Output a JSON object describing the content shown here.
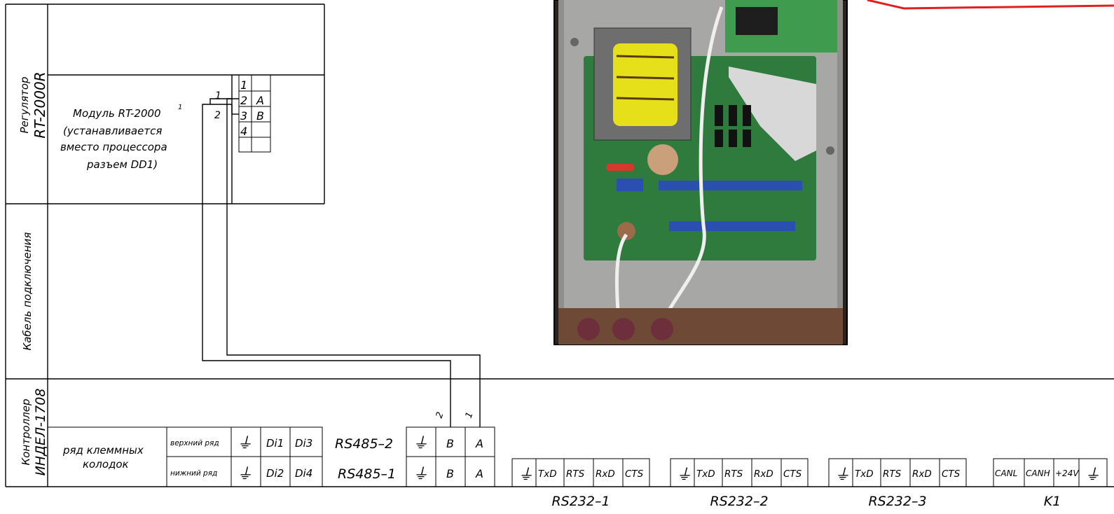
{
  "side_labels": {
    "regulator": [
      "Регулятор",
      "RT-2000R"
    ],
    "cable": "Кабель подключения",
    "controller": [
      "Контроллер",
      "ИНДЕЛ-1708"
    ]
  },
  "module": {
    "lines": [
      "Модуль RT-2000",
      "(устанавливается",
      "вместо процессора",
      "разъем DD1)"
    ],
    "footnote": "1",
    "wire_labels": [
      "1",
      "2"
    ],
    "connector_pins": [
      "1",
      "2",
      "3",
      "4"
    ],
    "connector_signals": [
      "",
      "A",
      "B",
      ""
    ]
  },
  "terminal_block": {
    "label_lines": [
      "ряд клеммных",
      "колодок"
    ],
    "upper_row_label": "верхний ряд",
    "lower_row_label": "нижний ряд",
    "upper_di": [
      "Di1",
      "Di3"
    ],
    "lower_di": [
      "Di2",
      "Di4"
    ],
    "ground_symbol": "⏚"
  },
  "rs485": {
    "upper_name": "RS485–2",
    "lower_name": "RS485–1",
    "upper_pins": [
      "B",
      "A"
    ],
    "lower_pins": [
      "B",
      "A"
    ],
    "wire_markers": [
      "2",
      "1"
    ]
  },
  "rs232_ports": [
    {
      "name": "RS232–1",
      "pins": [
        "TxD",
        "RTS",
        "RxD",
        "CTS"
      ]
    },
    {
      "name": "RS232–2",
      "pins": [
        "TxD",
        "RTS",
        "RxD",
        "CTS"
      ]
    },
    {
      "name": "RS232–3",
      "pins": [
        "TxD",
        "RTS",
        "RxD",
        "CTS"
      ]
    }
  ],
  "k1": {
    "name": "K1",
    "pins": [
      "CANL",
      "CANH",
      "+24V"
    ]
  },
  "photo": {
    "description_icon": "circuit-board-photo"
  },
  "colors": {
    "ink": "#000000",
    "arrow": "#e02020",
    "board": "#2e7d3a",
    "enclosure": "#9a9a9a"
  }
}
